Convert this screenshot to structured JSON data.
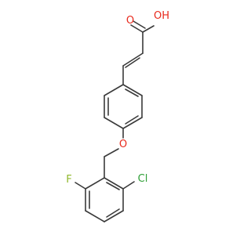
{
  "molecule": {
    "atom_labels": {
      "oxygen_carbonyl": "O",
      "hydroxyl": "OH",
      "ether_oxygen": "O",
      "fluorine": "F",
      "chlorine": "Cl"
    },
    "colors": {
      "bond": "#3a3a3a",
      "oxygen": "#e8291c",
      "fluorine": "#8fb82a",
      "chlorine": "#2e9e36"
    }
  }
}
